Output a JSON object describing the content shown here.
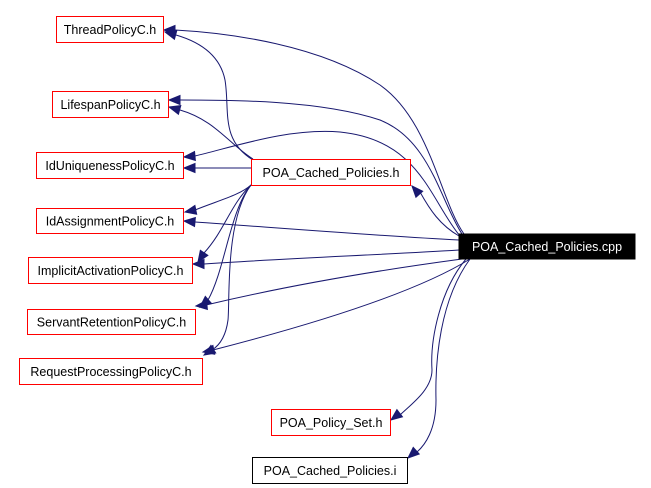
{
  "diagram": {
    "colors": {
      "edge": "#191970",
      "node_border": "#ff0000",
      "root_fill": "#000000",
      "root_text": "#ffffff"
    },
    "nodes": [
      {
        "id": "thread",
        "label": "ThreadPolicyC.h",
        "style": "linked"
      },
      {
        "id": "lifespan",
        "label": "LifespanPolicyC.h",
        "style": "linked"
      },
      {
        "id": "iduniq",
        "label": "IdUniquenessPolicyC.h",
        "style": "linked"
      },
      {
        "id": "idassign",
        "label": "IdAssignmentPolicyC.h",
        "style": "linked"
      },
      {
        "id": "implicit",
        "label": "ImplicitActivationPolicyC.h",
        "style": "linked"
      },
      {
        "id": "servant",
        "label": "ServantRetentionPolicyC.h",
        "style": "linked"
      },
      {
        "id": "request",
        "label": "RequestProcessingPolicyC.h",
        "style": "linked"
      },
      {
        "id": "cachedh",
        "label": "POA_Cached_Policies.h",
        "style": "linked"
      },
      {
        "id": "root",
        "label": "POA_Cached_Policies.cpp",
        "style": "root"
      },
      {
        "id": "policyset",
        "label": "POA_Policy_Set.h",
        "style": "linked"
      },
      {
        "id": "cachedi",
        "label": "POA_Cached_Policies.i",
        "style": "plain"
      }
    ],
    "edges": [
      {
        "from": "root",
        "to": "thread"
      },
      {
        "from": "root",
        "to": "lifespan"
      },
      {
        "from": "root",
        "to": "iduniq"
      },
      {
        "from": "root",
        "to": "idassign"
      },
      {
        "from": "root",
        "to": "implicit"
      },
      {
        "from": "root",
        "to": "servant"
      },
      {
        "from": "root",
        "to": "request"
      },
      {
        "from": "root",
        "to": "cachedh"
      },
      {
        "from": "root",
        "to": "policyset"
      },
      {
        "from": "root",
        "to": "cachedi"
      },
      {
        "from": "cachedh",
        "to": "thread"
      },
      {
        "from": "cachedh",
        "to": "lifespan"
      },
      {
        "from": "cachedh",
        "to": "iduniq"
      },
      {
        "from": "cachedh",
        "to": "idassign"
      },
      {
        "from": "cachedh",
        "to": "implicit"
      },
      {
        "from": "cachedh",
        "to": "servant"
      },
      {
        "from": "cachedh",
        "to": "request"
      }
    ]
  }
}
